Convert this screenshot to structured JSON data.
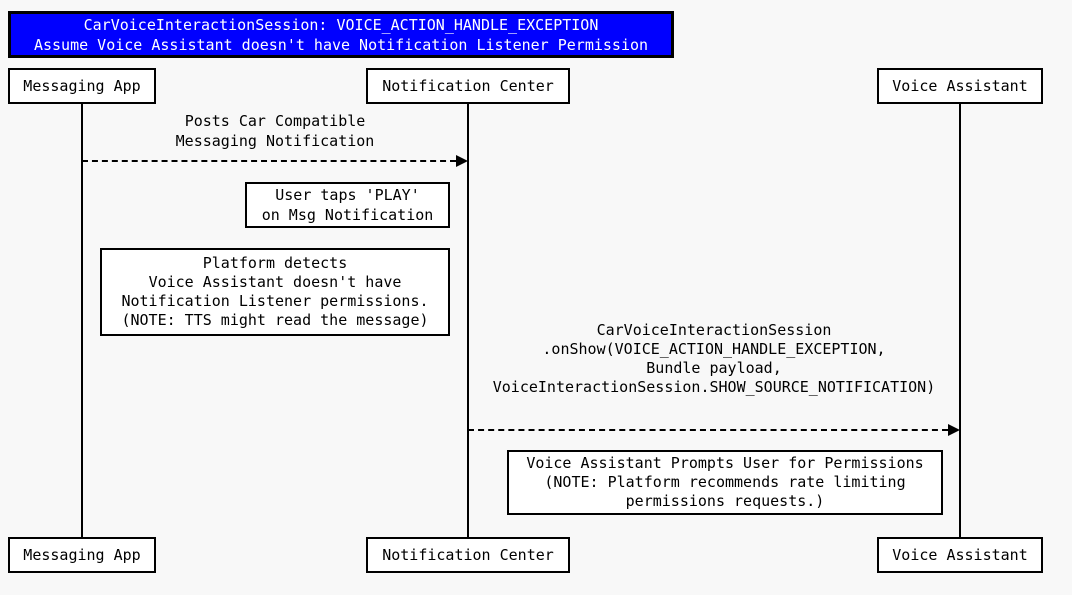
{
  "title": {
    "line1": "CarVoiceInteractionSession: VOICE_ACTION_HANDLE_EXCEPTION",
    "line2": "Assume Voice Assistant doesn't have Notification Listener Permission"
  },
  "actors": [
    {
      "id": "messaging-app",
      "label": "Messaging App"
    },
    {
      "id": "notification-center",
      "label": "Notification Center"
    },
    {
      "id": "voice-assistant",
      "label": "Voice Assistant"
    }
  ],
  "messages": [
    {
      "from": "messaging-app",
      "to": "notification-center",
      "line_style": "dashed",
      "lines": [
        "Posts Car Compatible",
        "Messaging Notification"
      ]
    },
    {
      "from": "notification-center",
      "to": "voice-assistant",
      "line_style": "dashed",
      "lines": [
        "CarVoiceInteractionSession",
        ".onShow(VOICE_ACTION_HANDLE_EXCEPTION,",
        "Bundle payload,",
        "VoiceInteractionSession.SHOW_SOURCE_NOTIFICATION)"
      ]
    }
  ],
  "notes": [
    {
      "near": "notification-center",
      "lines": [
        "User taps 'PLAY'",
        "on Msg Notification"
      ]
    },
    {
      "near": "notification-center",
      "lines": [
        "Platform detects",
        "Voice Assistant doesn't have",
        "Notification Listener permissions.",
        "(NOTE: TTS might read the message)"
      ]
    },
    {
      "near": "voice-assistant",
      "lines": [
        "Voice Assistant Prompts User for Permissions",
        "(NOTE: Platform recommends rate limiting",
        "permissions requests.)"
      ]
    }
  ],
  "colors": {
    "background": "#F8F8F8",
    "title_bg": "#0000FF",
    "title_text": "#FFFFFF",
    "box_fill": "#FFFFFF",
    "line": "#000000"
  }
}
